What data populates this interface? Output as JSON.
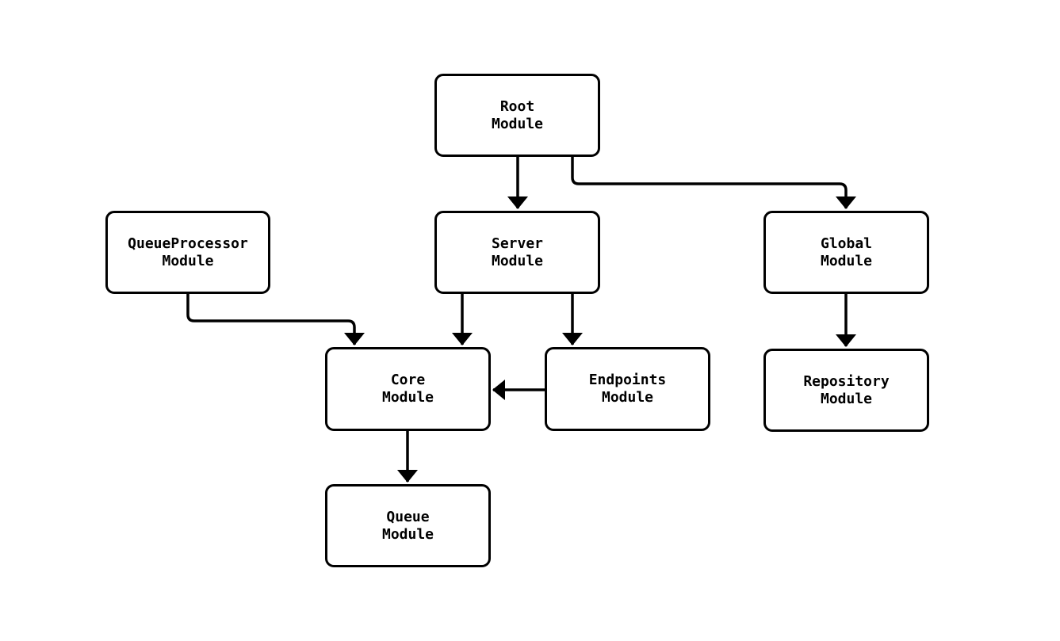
{
  "diagram": {
    "type": "flowchart",
    "background_color": "#ffffff",
    "line_color": "#000000",
    "node_fill_color": "#ffffff",
    "text_color": "#000000",
    "nodes": {
      "root": {
        "line1": "Root",
        "line2": "Module"
      },
      "queueprocessor": {
        "line1": "QueueProcessor",
        "line2": "Module"
      },
      "server": {
        "line1": "Server",
        "line2": "Module"
      },
      "global": {
        "line1": "Global",
        "line2": "Module"
      },
      "core": {
        "line1": "Core",
        "line2": "Module"
      },
      "endpoints": {
        "line1": "Endpoints",
        "line2": "Module"
      },
      "repository": {
        "line1": "Repository",
        "line2": "Module"
      },
      "queue": {
        "line1": "Queue",
        "line2": "Module"
      }
    },
    "edges": [
      {
        "from": "Root Module",
        "to": "Server Module"
      },
      {
        "from": "Root Module",
        "to": "Global Module"
      },
      {
        "from": "QueueProcessor Module",
        "to": "Core Module"
      },
      {
        "from": "Server Module",
        "to": "Core Module"
      },
      {
        "from": "Server Module",
        "to": "Endpoints Module"
      },
      {
        "from": "Endpoints Module",
        "to": "Core Module"
      },
      {
        "from": "Global Module",
        "to": "Repository Module"
      },
      {
        "from": "Core Module",
        "to": "Queue Module"
      }
    ]
  }
}
